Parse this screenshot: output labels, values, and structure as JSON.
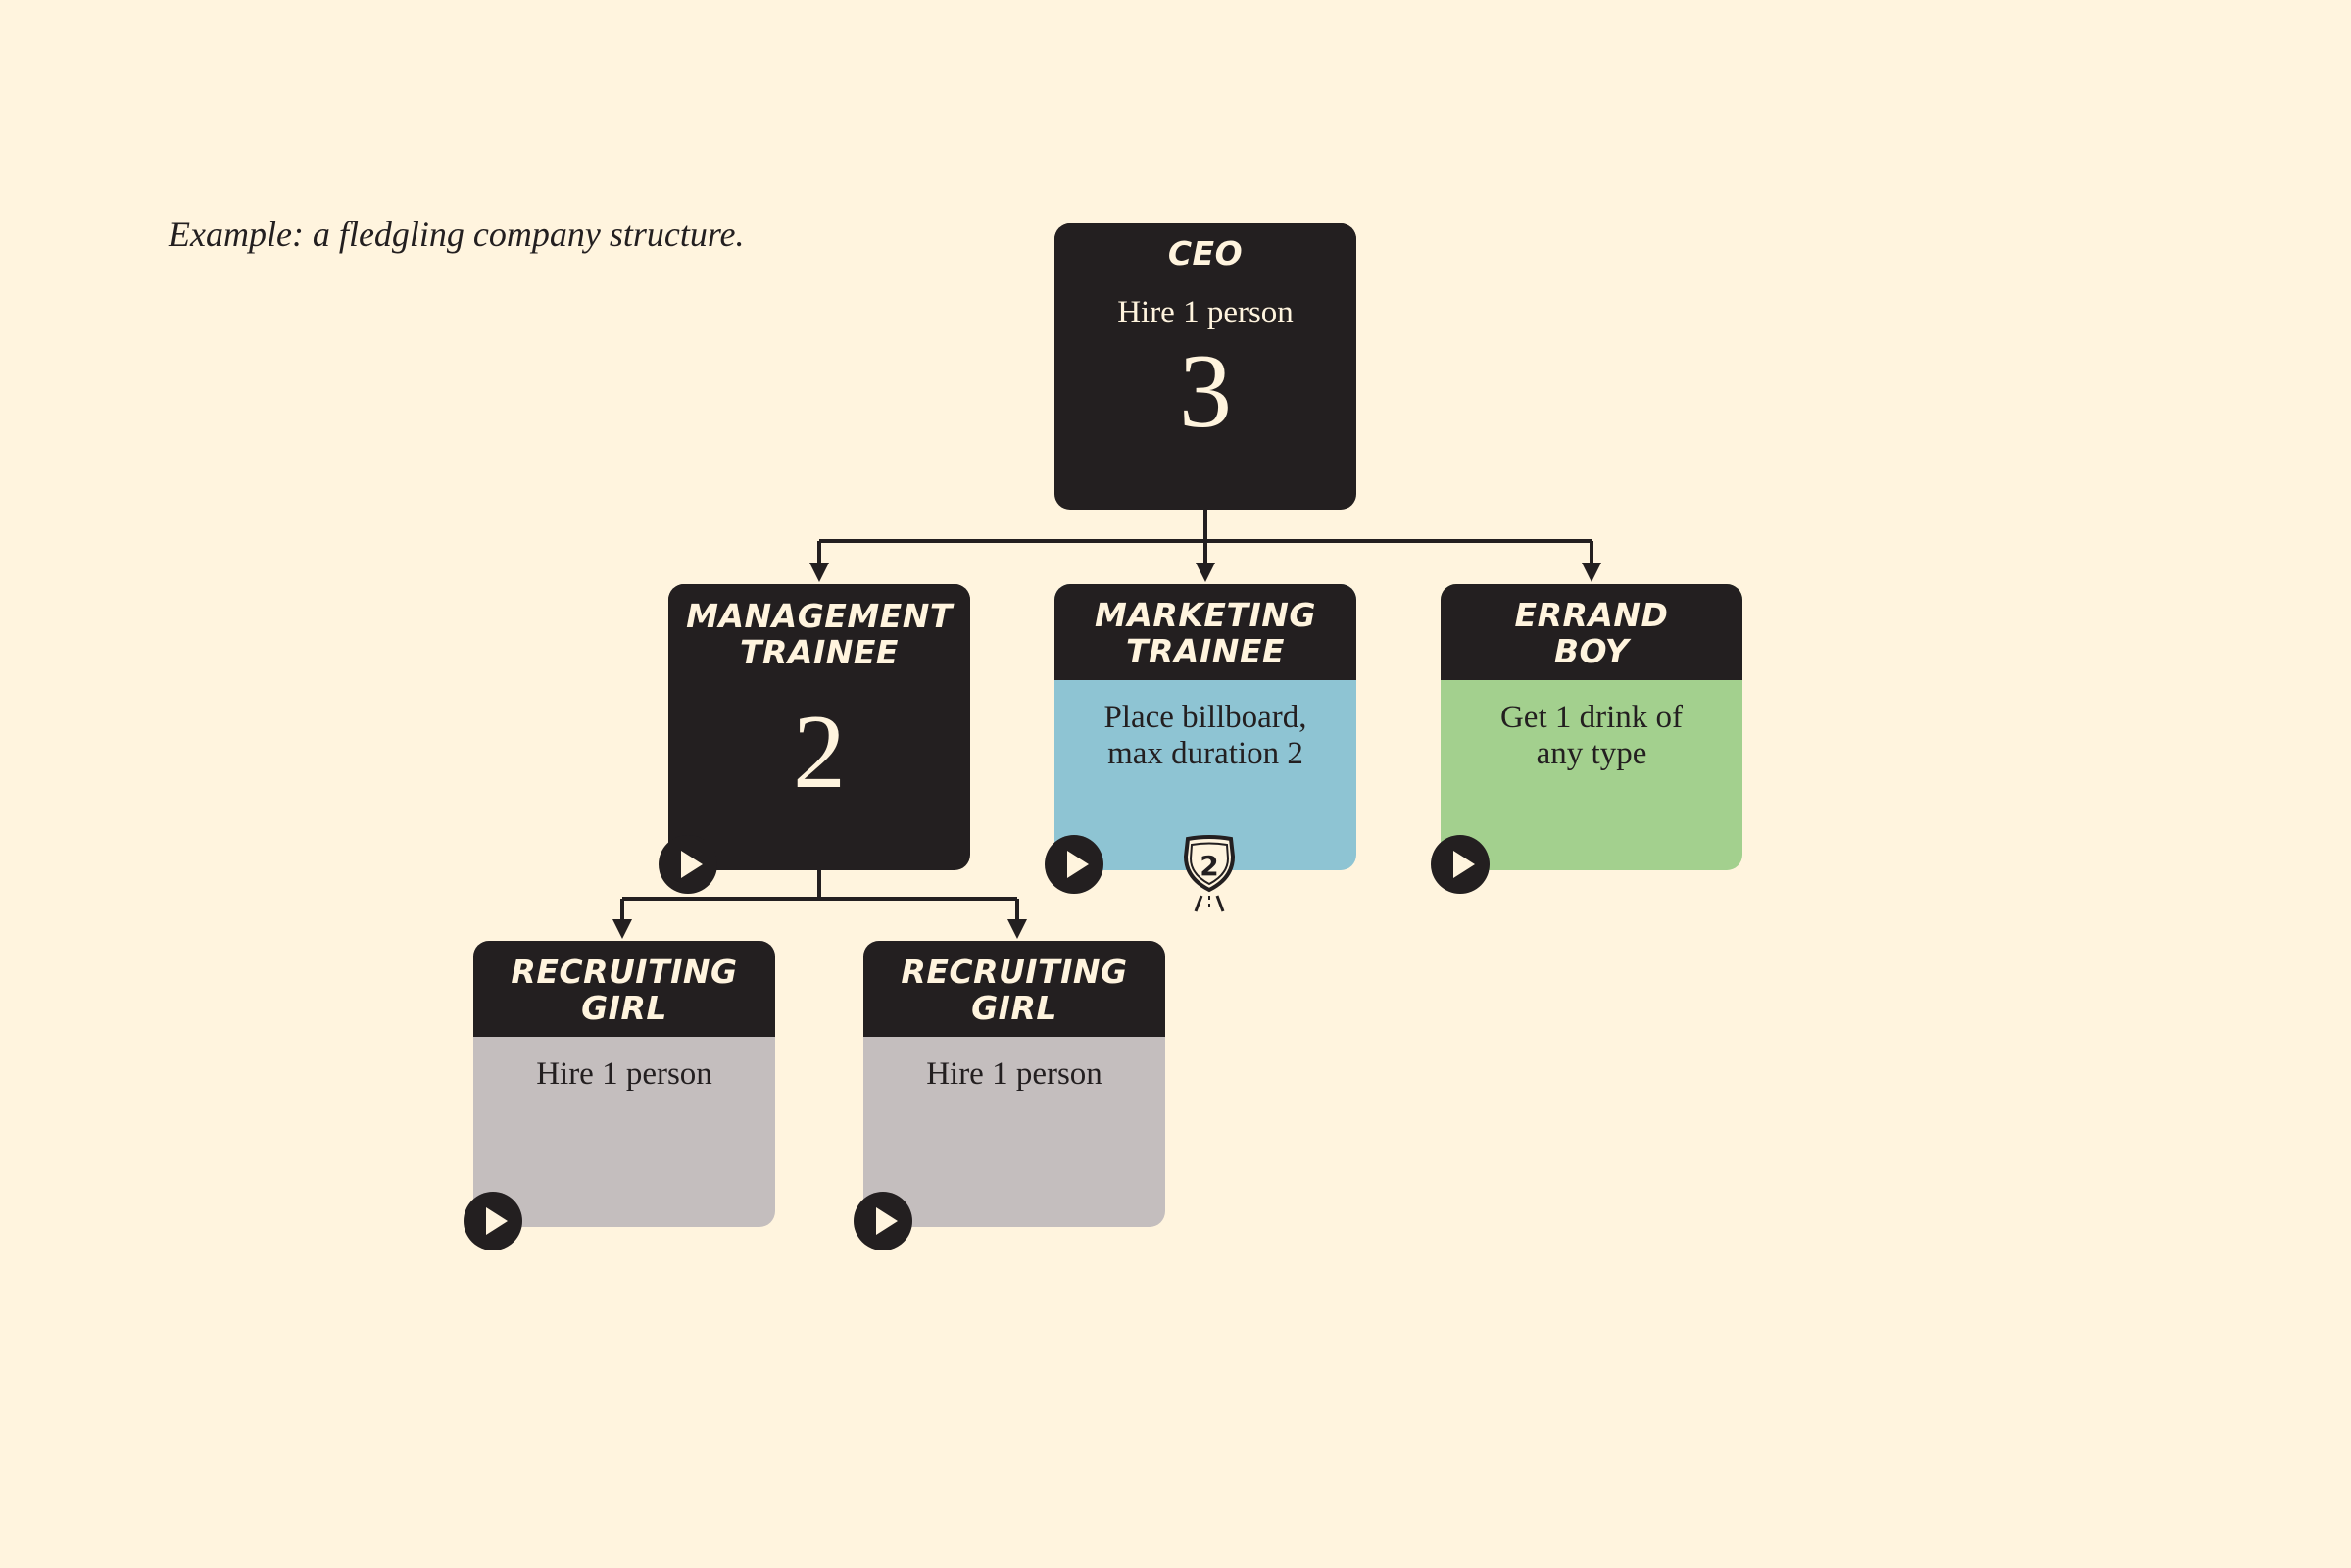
{
  "caption": "Example: a fledgling company structure.",
  "cards": {
    "ceo": {
      "title": "CEO",
      "text": "Hire 1 person",
      "number": "3"
    },
    "management_trainee": {
      "title_line1": "MANAGEMENT",
      "title_line2": "TRAINEE",
      "number": "2"
    },
    "marketing_trainee": {
      "title_line1": "MARKETING",
      "title_line2": "TRAINEE",
      "text_line1": "Place billboard,",
      "text_line2": "max duration 2",
      "badge": "2"
    },
    "errand_boy": {
      "title_line1": "ERRAND",
      "title_line2": "BOY",
      "text_line1": "Get 1 drink of",
      "text_line2": "any type"
    },
    "recruiting_girl_1": {
      "title_line1": "RECRUITING",
      "title_line2": "GIRL",
      "text": "Hire 1 person"
    },
    "recruiting_girl_2": {
      "title_line1": "RECRUITING",
      "title_line2": "GIRL",
      "text": "Hire 1 person"
    }
  },
  "colors": {
    "background": "#fff4de",
    "dark": "#231f20",
    "marketing": "#8ec4d3",
    "errand": "#a3d08e",
    "recruiting": "#c4bebe"
  },
  "icons": {
    "action": "play-icon",
    "duration_badge": "road-shield-icon"
  }
}
